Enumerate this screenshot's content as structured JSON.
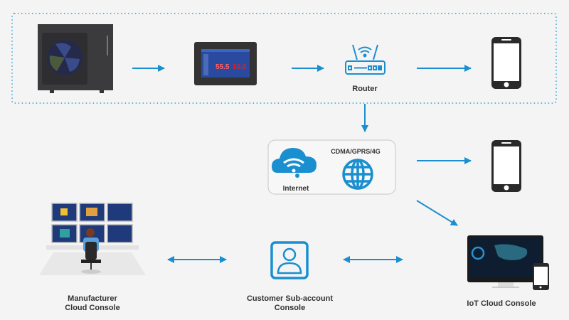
{
  "colors": {
    "accent": "#1a8fd0",
    "text": "#333333",
    "device": "#2a2a2a",
    "background": "#f4f4f4"
  },
  "nodes": {
    "heat_pump": {
      "icon": "heat-pump-unit"
    },
    "controller": {
      "icon": "touch-controller-panel",
      "display_value_1": "55.5",
      "display_value_2": "30.0"
    },
    "router": {
      "label": "Router",
      "icon": "router-icon"
    },
    "phone_local": {
      "icon": "smartphone-icon"
    },
    "internet": {
      "label": "Internet",
      "network_label": "CDMA/GPRS/4G",
      "icons": [
        "cloud-wifi-icon",
        "globe-icon"
      ]
    },
    "phone_remote": {
      "icon": "smartphone-icon"
    },
    "manufacturer": {
      "label_line1": "Manufacturer",
      "label_line2": "Cloud Console",
      "icon": "operator-monitors"
    },
    "customer": {
      "label_line1": "Customer Sub-account",
      "label_line2": "Console",
      "icon": "user-account-icon"
    },
    "iot": {
      "label": "IoT Cloud Console",
      "icon": "desktop-with-phone"
    }
  },
  "connections": [
    {
      "from": "heat_pump",
      "to": "controller",
      "type": "arrow"
    },
    {
      "from": "controller",
      "to": "router",
      "type": "arrow"
    },
    {
      "from": "router",
      "to": "phone_local",
      "type": "arrow"
    },
    {
      "from": "router",
      "to": "internet",
      "type": "arrow"
    },
    {
      "from": "internet",
      "to": "phone_remote",
      "type": "arrow"
    },
    {
      "from": "internet",
      "to": "iot",
      "type": "arrow"
    },
    {
      "from": "manufacturer",
      "to": "customer",
      "type": "bidirectional"
    },
    {
      "from": "customer",
      "to": "iot",
      "type": "bidirectional"
    }
  ]
}
